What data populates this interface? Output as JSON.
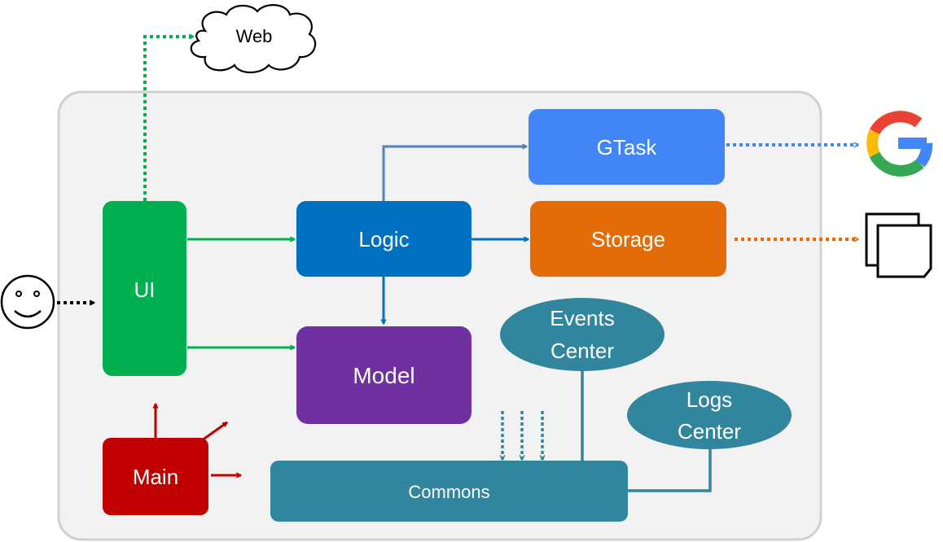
{
  "components": {
    "web": "Web",
    "ui": "UI",
    "logic": "Logic",
    "gtask": "GTask",
    "storage": "Storage",
    "model": "Model",
    "events_center": [
      "Events",
      "Center"
    ],
    "logs_center": [
      "Logs",
      "Center"
    ],
    "main": "Main",
    "commons": "Commons"
  },
  "colors": {
    "ui": "#00B050",
    "logic": "#0070C0",
    "gtask": "#4285F4",
    "storage": "#E36C09",
    "model": "#7030A0",
    "events_center": "#31859C",
    "logs_center": "#31859C",
    "main": "#C00000",
    "commons": "#31859C",
    "container": "#F2F2F2"
  },
  "icons": [
    "user-smiley-icon",
    "web-cloud-icon",
    "google-g-icon",
    "storage-files-icon"
  ]
}
